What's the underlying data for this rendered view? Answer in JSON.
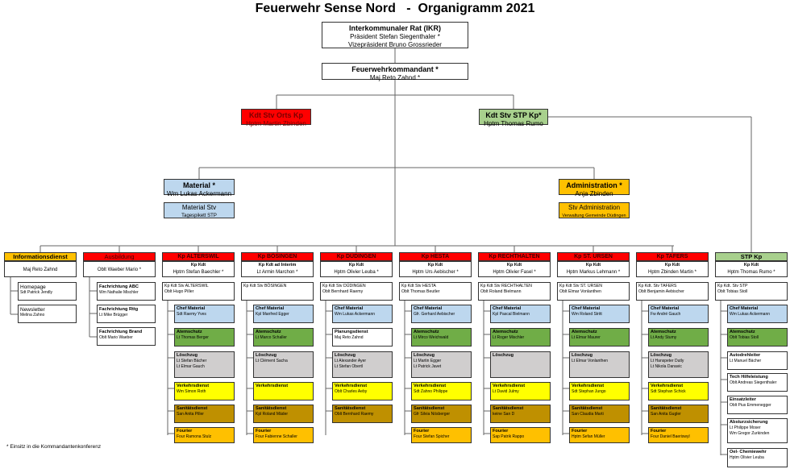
{
  "title": "Feuerwehr Sense Nord   -  Organigramm 2021",
  "footnote": "* Einsitz in die Kommandantenkonferenz",
  "top": [
    {
      "key": "ikr",
      "lines": [
        "Interkommunaler Rat (IKR)",
        "Präsident Stefan Siegenthaler *",
        "Vizepräsident Bruno Grossrieder"
      ]
    },
    {
      "key": "kdt",
      "lines": [
        "Feuerwehrkommandant *",
        "Maj Reto Zahnd *"
      ]
    }
  ],
  "deputies": [
    {
      "key": "orts",
      "title": "Kdt Stv Orts Kp",
      "name": "Hptm Martin Zbinden",
      "color": "#ff0000"
    },
    {
      "key": "stp",
      "title": "Kdt Stv STP Kp*",
      "name": "Hptm Thomas Rumo",
      "color": "#a8d08d"
    }
  ],
  "staff": [
    {
      "key": "material",
      "title": "Material *",
      "name": "Wm Lukas Ackermann",
      "sub_title": "Material Stv",
      "sub_name": "Tagespikett STP",
      "color": "#bdd7ee"
    },
    {
      "key": "admin",
      "title": "Administration *",
      "name": "Anja Zbinden",
      "sub_title": "Stv Administration",
      "sub_name": "Verwaltung Gemeinde Düdingen",
      "color": "#ffc000"
    }
  ],
  "info": {
    "title": "Informationsdienst",
    "name": "Maj Reto Zahnd",
    "items": [
      {
        "head": "Homepage",
        "name": "Sdt Patrick Jendly"
      },
      {
        "head": "Newsletter",
        "name": "Melina Zahno"
      }
    ]
  },
  "ausbildung": {
    "title": "Ausbildung",
    "name": "Oblt Waeber Mario *",
    "items": [
      {
        "head": "Fachrichtung ABC",
        "name": "Wm Nathalie Mischler"
      },
      {
        "head": "Fachrichtung Rttg",
        "name": "Lt Mike Brügger"
      },
      {
        "head": "Fachrichtung Brand",
        "name": "Oblt Mario Waeber"
      }
    ]
  },
  "companies": [
    {
      "name": "Kp ALTERSWIL",
      "kdt_label": "Kp Kdt",
      "kdt": "Hptm Stefan Baechler *",
      "stv_label": "Kp Kdt Stv ALTERSWIL",
      "stv": "Oblt Hugo Piller",
      "items": [
        [
          "Chef Material",
          "Sdt Raemy Yves",
          ""
        ],
        [
          "Atemschutz",
          "Lt Thomas Berger",
          ""
        ],
        [
          "Löschzug",
          "Lt Stefan Bächer",
          "Lt Elmar Gauch"
        ],
        [
          "Verkehrsdienst",
          "Wm Simon Roth",
          ""
        ],
        [
          "Sanitätsdienst",
          "San Anita Piller",
          ""
        ],
        [
          "Fourier",
          "Four Ramona Stulz",
          ""
        ]
      ]
    },
    {
      "name": "Kp BÖSINGEN",
      "kdt_label": "Kp Kdt ad Interim",
      "kdt": "Lt Armin Marchon *",
      "stv_label": "Kp Kdt Stv BÖSINGEN",
      "stv": "",
      "items": [
        [
          "Chef Material",
          "Kpl Manfred Egger",
          ""
        ],
        [
          "Atemschutz",
          "Lt Marco Schaller",
          ""
        ],
        [
          "Löschzug",
          "Lt Clément Sacha",
          ""
        ],
        [
          "Verkehrsdienst",
          "",
          ""
        ],
        [
          "Sanitätsdienst",
          "Kpl Roland Mäder",
          ""
        ],
        [
          "Fourier",
          "Four Fabienne Schaller",
          ""
        ]
      ]
    },
    {
      "name": "Kp DÜDINGEN",
      "kdt_label": "Kp Kdt",
      "kdt": "Hptm Olivier Leuba *",
      "stv_label": "Kp Kdt Stv DÜDINGEN",
      "stv": "Oblt Bernhard Raemy",
      "items": [
        [
          "Chef Material",
          "Wm Lukas Ackermann",
          ""
        ],
        [
          "Planungsdienst",
          "Maj Reto Zahnd",
          ""
        ],
        [
          "Löschzug",
          "Lt Alexander Ayer",
          "Lt Stefan Obertl"
        ],
        [
          "Verkehrsdienst",
          "Oblt Charles Aeby",
          ""
        ],
        [
          "Sanitätsdienst",
          "Oblt Bernhard Raemy",
          ""
        ],
        [
          "",
          "",
          " "
        ]
      ]
    },
    {
      "name": "Kp HESTA",
      "kdt_label": "Kp Kdt",
      "kdt": "Hptm Urs Aebischer *",
      "stv_label": "Kp Kdt Stv HESTA",
      "stv": "Oblt Thomas Beutler",
      "items": [
        [
          "Chef Material",
          "Gfr. Gerhard Aebischer",
          ""
        ],
        [
          "Atemschutz",
          "Lt Mirco Weichwald",
          ""
        ],
        [
          "Löschzug",
          "Lt Martin Egger",
          "Lt Patrick Javet"
        ],
        [
          "Verkehrsdienst",
          "Sdt Zahno Philippe",
          ""
        ],
        [
          "Sanitätsdienst",
          "Gfr Silvia Nösberger",
          ""
        ],
        [
          "Fourier",
          "Four Stefan Spicher",
          ""
        ]
      ]
    },
    {
      "name": "Kp RECHTHALTEN",
      "kdt_label": "Kp Kdt",
      "kdt": "Hptm Olivier Fasel *",
      "stv_label": "Kp Kdt Stv RECHTHALTEN",
      "stv": "Oblt Roland Bielmann",
      "items": [
        [
          "Chef Material",
          "Kpl Pascal Bielmann",
          ""
        ],
        [
          "Atemschutz",
          "Lt Roger Mischler",
          ""
        ],
        [
          "Löschzug",
          "",
          ""
        ],
        [
          "Verkehrsdienst",
          "Lt David Julmy",
          ""
        ],
        [
          "Sanitätsdienst",
          "keine San D",
          ""
        ],
        [
          "Fourier",
          "Sap Patrik Rappo",
          ""
        ]
      ]
    },
    {
      "name": "Kp ST. URSEN",
      "kdt_label": "Kp Kdt",
      "kdt": "Hptm Markus Lehmann *",
      "stv_label": "Kp Kdt Stv ST. URSEN",
      "stv": "Oblt Elmar Vonlanthen",
      "items": [
        [
          "Chef Material",
          "Wm Roland Stritt",
          ""
        ],
        [
          "Atemschutz",
          "Lt Elmar Maurer",
          ""
        ],
        [
          "Löschzug",
          "Lt Elmar Vonlanthen",
          ""
        ],
        [
          "Verkehrsdienst",
          "Sdt Stephan Jungo",
          ""
        ],
        [
          "Sanitätsdienst",
          "San Claudia Marti",
          ""
        ],
        [
          "Fourier",
          "Hptm Sefan Müller",
          ""
        ]
      ]
    },
    {
      "name": "Kp TAFERS",
      "kdt_label": "Kp Kdt",
      "kdt": "Hptm Zbinden Martin *",
      "stv_label": "Kp Kdt. Stv TAFERS",
      "stv": "Oblt Benjamin Aebischer",
      "items": [
        [
          "Chef Material",
          "Fw André Gauch",
          ""
        ],
        [
          "Atemschutz",
          "Lt Andy Stumy",
          ""
        ],
        [
          "Löschzug",
          "Lt Hanspeter Dutly",
          "Lt Nikola Danavic"
        ],
        [
          "Verkehrsdienst",
          "Sdt Stephan Schick",
          ""
        ],
        [
          "Sanitätsdienst",
          "San Anita Gugler",
          ""
        ],
        [
          "Fourier",
          "Four Daniel Baeriswyl",
          ""
        ]
      ]
    }
  ],
  "stp": {
    "name": "STP Kp",
    "kdt_label": "Kp Kdt",
    "kdt": "Hptm Thomas Rumo *",
    "stv_label": "Kp Kdt. Stv STP",
    "stv": "Oblt Tobias Stoll",
    "items": [
      [
        "Chef Material",
        "Wm Lukas Ackermann",
        ""
      ],
      [
        "Atemschutz",
        "Oblt Tobias Stoll",
        ""
      ],
      [
        "Autodrehleiter",
        "Lt Manuel Bächer",
        ""
      ],
      [
        "Tech Hilfeleistung",
        "Oblt Andreas Siegenthaler",
        ""
      ],
      [
        "Einsatzleiter",
        "Oblt Pius Emmenegger",
        ""
      ],
      [
        "Absturzsicherung",
        "Lt Philippe Moser",
        "Wm Gregor Zurkinden"
      ],
      [
        "Oel- Chemiewehr",
        "Hptm Olivier Leuba",
        ""
      ]
    ]
  },
  "colors": {
    "red": "#ff0000",
    "green": "#a8d08d",
    "blue": "#bdd7ee",
    "orange": "#ffc000",
    "atem": "#70ad47",
    "grey": "#d0cece",
    "yellow": "#ffff00",
    "gold": "#bf9000"
  }
}
